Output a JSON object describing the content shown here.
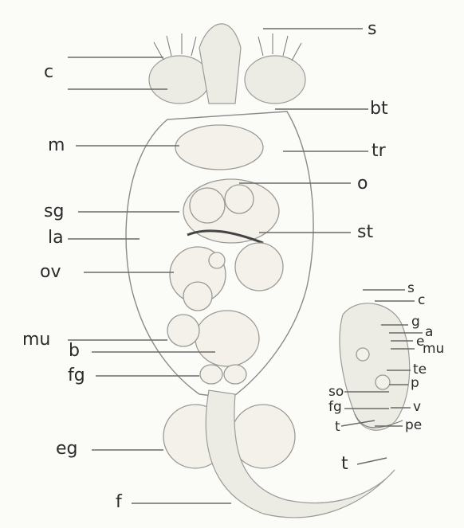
{
  "labels": {
    "s": "s",
    "c": "c",
    "bt": "bt",
    "m": "m",
    "tr": "tr",
    "o": "o",
    "sg": "sg",
    "la": "la",
    "st": "st",
    "ov": "ov",
    "mu": "mu",
    "b": "b",
    "fg": "fg",
    "eg": "eg",
    "f": "f",
    "t": "t"
  },
  "inset_labels": {
    "s": "s",
    "c": "c",
    "g": "g",
    "a": "a",
    "e": "e",
    "mu": "mu",
    "te": "te",
    "p": "p",
    "so": "so",
    "fg": "fg",
    "v": "v",
    "t": "t",
    "pe": "pe"
  }
}
